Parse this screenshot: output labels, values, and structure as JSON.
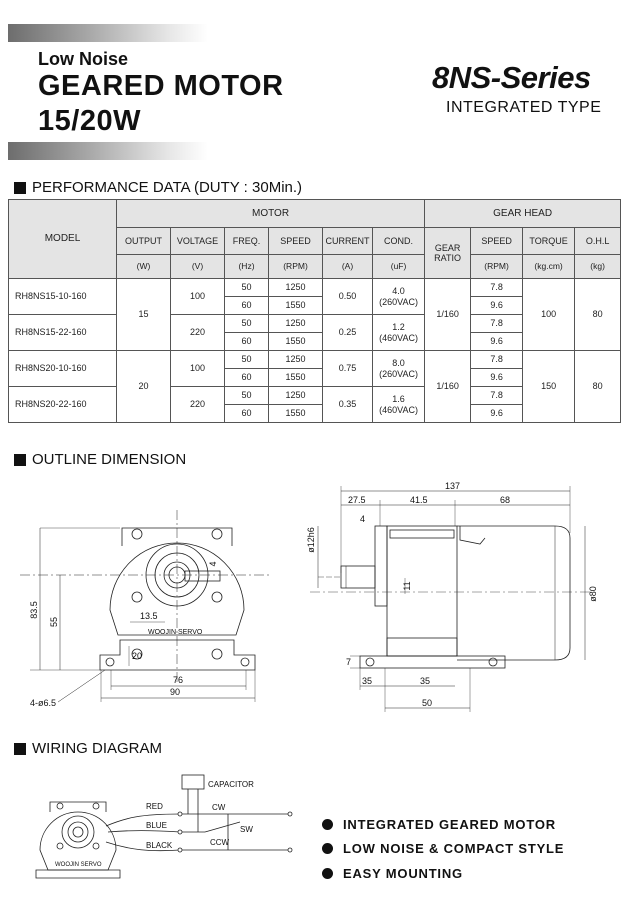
{
  "header": {
    "subtitle": "Low Noise",
    "title_line1": "GEARED MOTOR",
    "title_line2": "15/20W",
    "series": "8NS-Series",
    "type": "INTEGRATED TYPE"
  },
  "performance": {
    "section_title": "PERFORMANCE DATA (DUTY : 30Min.)",
    "headers": {
      "model": "MODEL",
      "motor": "MOTOR",
      "gear_head": "GEAR HEAD",
      "output": "OUTPUT",
      "voltage": "VOLTAGE",
      "freq": "FREQ.",
      "speed": "SPEED",
      "current": "CURRENT",
      "cond": "COND.",
      "gear_ratio": "GEAR RATIO",
      "gspeed": "SPEED",
      "torque": "TORQUE",
      "ohl": "O.H.L"
    },
    "units": {
      "output": "(W)",
      "voltage": "(V)",
      "freq": "(Hz)",
      "speed": "(RPM)",
      "current": "(A)",
      "cond": "(uF)",
      "gspeed": "(RPM)",
      "torque": "(kg.cm)",
      "ohl": "(kg)"
    },
    "groups": [
      {
        "output": "15",
        "ratio": "1/160",
        "torque": "100",
        "ohl": "80",
        "models": [
          {
            "model": "RH8NS15-10-160",
            "voltage": "100",
            "current": "0.50",
            "cond1": "4.0",
            "cond2": "(260VAC)",
            "rows": [
              {
                "freq": "50",
                "speed": "1250",
                "gspeed": "7.8"
              },
              {
                "freq": "60",
                "speed": "1550",
                "gspeed": "9.6"
              }
            ]
          },
          {
            "model": "RH8NS15-22-160",
            "voltage": "220",
            "current": "0.25",
            "cond1": "1.2",
            "cond2": "(460VAC)",
            "rows": [
              {
                "freq": "50",
                "speed": "1250",
                "gspeed": "7.8"
              },
              {
                "freq": "60",
                "speed": "1550",
                "gspeed": "9.6"
              }
            ]
          }
        ]
      },
      {
        "output": "20",
        "ratio": "1/160",
        "torque": "150",
        "ohl": "80",
        "models": [
          {
            "model": "RH8NS20-10-160",
            "voltage": "100",
            "current": "0.75",
            "cond1": "8.0",
            "cond2": "(260VAC)",
            "rows": [
              {
                "freq": "50",
                "speed": "1250",
                "gspeed": "7.8"
              },
              {
                "freq": "60",
                "speed": "1550",
                "gspeed": "9.6"
              }
            ]
          },
          {
            "model": "RH8NS20-22-160",
            "voltage": "220",
            "current": "0.35",
            "cond1": "1.6",
            "cond2": "(460VAC)",
            "rows": [
              {
                "freq": "50",
                "speed": "1250",
                "gspeed": "7.8"
              },
              {
                "freq": "60",
                "speed": "1550",
                "gspeed": "9.6"
              }
            ]
          }
        ]
      }
    ]
  },
  "outline": {
    "section_title": "OUTLINE DIMENSION",
    "front": {
      "brand": "WOOJIN SERVO",
      "d_83_5": "83.5",
      "d_55": "55",
      "d_13_5": "13.5",
      "d_4": "4",
      "d_20": "20",
      "d_76": "76",
      "d_90": "90",
      "holes": "4-ø6.5"
    },
    "side": {
      "d_137": "137",
      "d_27_5": "27.5",
      "d_41_5": "41.5",
      "d_68": "68",
      "d_4": "4",
      "shaft": "ø12h6",
      "d_11": "11",
      "d_80": "ø80",
      "d_7": "7",
      "d_35a": "35",
      "d_35b": "35",
      "d_50": "50"
    }
  },
  "wiring": {
    "section_title": "WIRING DIAGRAM",
    "capacitor": "CAPACITOR",
    "red": "RED",
    "blue": "BLUE",
    "black": "BLACK",
    "cw": "CW",
    "sw": "SW",
    "ccw": "CCW",
    "brand": "WOOJIN SERVO"
  },
  "features": [
    "INTEGRATED GEARED MOTOR",
    "LOW NOISE & COMPACT STYLE",
    "EASY MOUNTING"
  ]
}
